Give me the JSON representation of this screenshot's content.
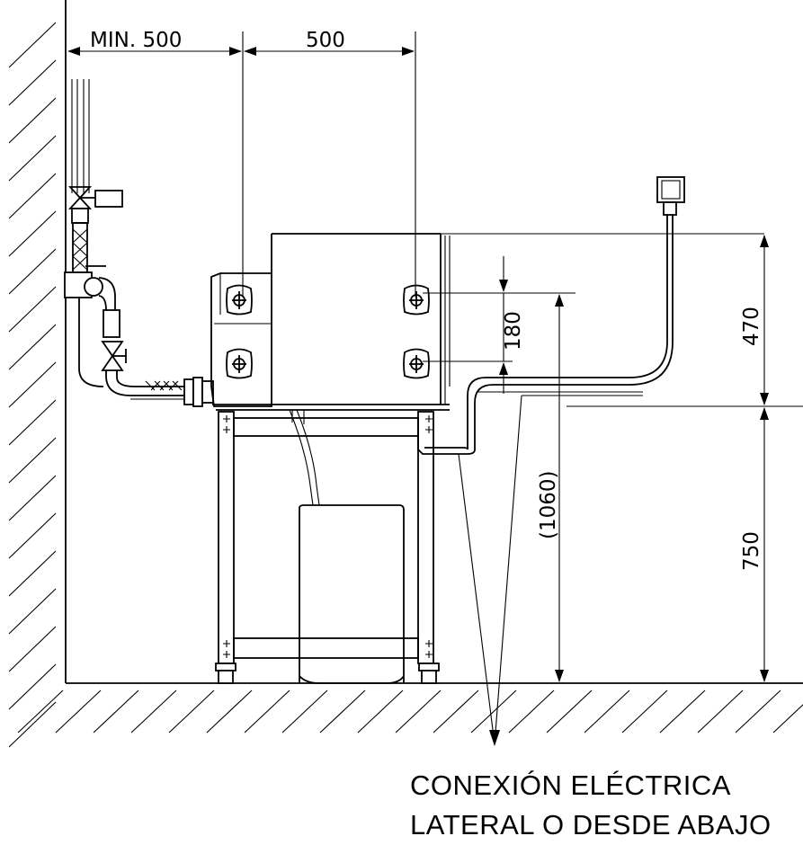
{
  "dimensions": {
    "min_wall_clearance": "MIN. 500",
    "service_width": "500",
    "socket_spacing": "180",
    "upper_height": "470",
    "total_height": "(1060)",
    "stand_height": "750"
  },
  "note": {
    "line1": "CONEXIÓN ELÉCTRICA",
    "line2": "LATERAL O DESDE ABAJO"
  },
  "colors": {
    "line": "#000000",
    "background": "#ffffff"
  },
  "icons": [
    "solenoid-valve-icon",
    "shutoff-valve-icon",
    "electrical-junction-box-icon",
    "socket-icon"
  ]
}
